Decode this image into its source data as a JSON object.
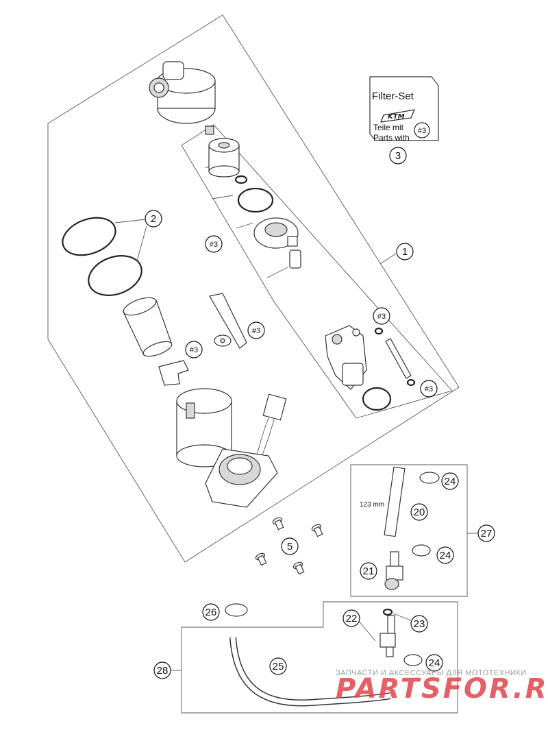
{
  "callouts": [
    "1",
    "2",
    "3",
    "5",
    "20",
    "21",
    "22",
    "23",
    "24",
    "25",
    "26",
    "27",
    "28"
  ],
  "ref_mark": "#3",
  "filter_set": {
    "title": "Filter-Set",
    "line1": "Teile mit",
    "line2": "Parts with",
    "ref": "#3"
  },
  "dimension_label": "123 mm",
  "watermark": {
    "tagline": "ЗАПЧАСТИ И АКСЕССУАРЫ ДЛЯ МОТОТЕХНИКИ",
    "logo": "PARTSFOR.RU"
  },
  "colors": {
    "watermark_red": "#e0454a",
    "watermark_gray": "#b0b0b0"
  }
}
